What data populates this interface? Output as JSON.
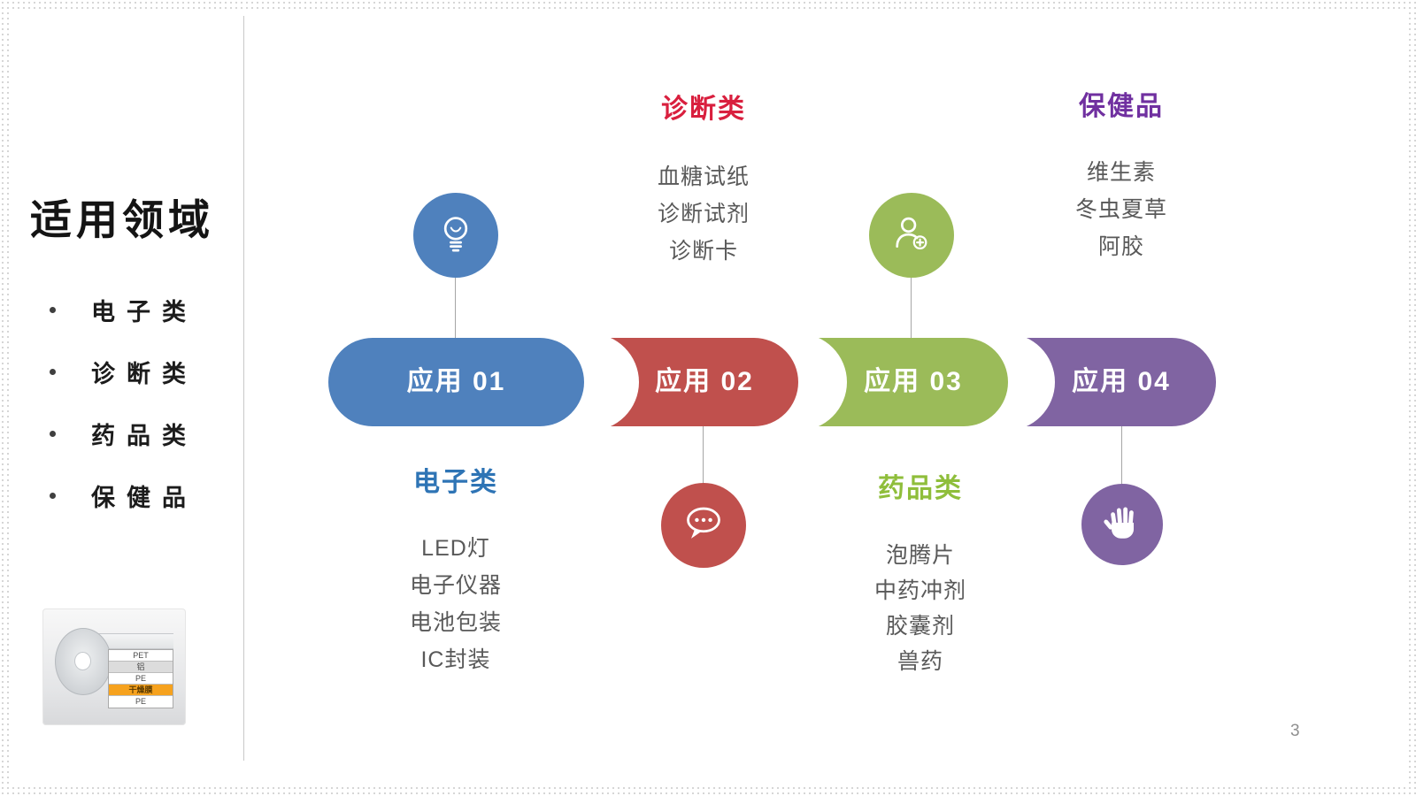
{
  "slide": {
    "page_number": "3"
  },
  "sidebar": {
    "title": "适用领域",
    "bullets": [
      "电子类",
      "诊断类",
      "药品类",
      "保健品"
    ],
    "roll": {
      "layers": [
        "PET",
        "铝",
        "PE",
        "干燥膜",
        "PE"
      ],
      "highlight_color": "#f6a21e"
    }
  },
  "columns": [
    {
      "pill_label": "应用 01",
      "pill_color": "#4f81bd",
      "icon": "lightbulb-icon",
      "category": "电子类",
      "category_color": "#2e74b5",
      "items": [
        "LED灯",
        "电子仪器",
        "电池包装",
        "IC封装"
      ]
    },
    {
      "pill_label": "应用 02",
      "pill_color": "#c0504d",
      "icon": "speech-bubble-icon",
      "category": "诊断类",
      "category_color": "#d91f3e",
      "items": [
        "血糖试纸",
        "诊断试剂",
        "诊断卡"
      ]
    },
    {
      "pill_label": "应用 03",
      "pill_color": "#9bbb59",
      "icon": "add-user-icon",
      "category": "药品类",
      "category_color": "#8fbe3b",
      "items": [
        "泡腾片",
        "中药冲剂",
        "胶囊剂",
        "兽药"
      ]
    },
    {
      "pill_label": "应用 04",
      "pill_color": "#8064a2",
      "icon": "hand-icon",
      "category": "保健品",
      "category_color": "#7030a0",
      "items": [
        "维生素",
        "冬虫夏草",
        "阿胶"
      ]
    }
  ]
}
